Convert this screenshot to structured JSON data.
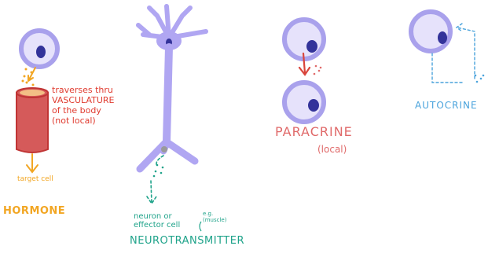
{
  "labels": {
    "hormone": "HORMONE",
    "target_cell": "target cell",
    "vasculature_note": "traverses thru\nVASCULATURE\nof the body\n(not local)",
    "neuron_or_effector": "neuron or\neffector cell",
    "eg_muscle": "e.g.\n(muscle)",
    "neurotransmitter": "NEUROTRANSMITTER",
    "paracrine": "PARACRINE",
    "local": "(local)",
    "autocrine": "AUTOCRINE"
  },
  "colors": {
    "cell_fill": "#e6e2fb",
    "cell_outline": "#a9a1ec",
    "nucleus": "#33339a",
    "hormone_orange": "#f2a623",
    "vessel_red": "#d55a5a",
    "vessel_outline": "#c03434",
    "red_text": "#e03b2f",
    "neuron_purple": "#b0a6f2",
    "teal": "#1fa38a",
    "paracrine_red": "#e06a6a",
    "paracrine_arrow": "#d9453c",
    "autocrine_blue": "#4aa3dc"
  }
}
